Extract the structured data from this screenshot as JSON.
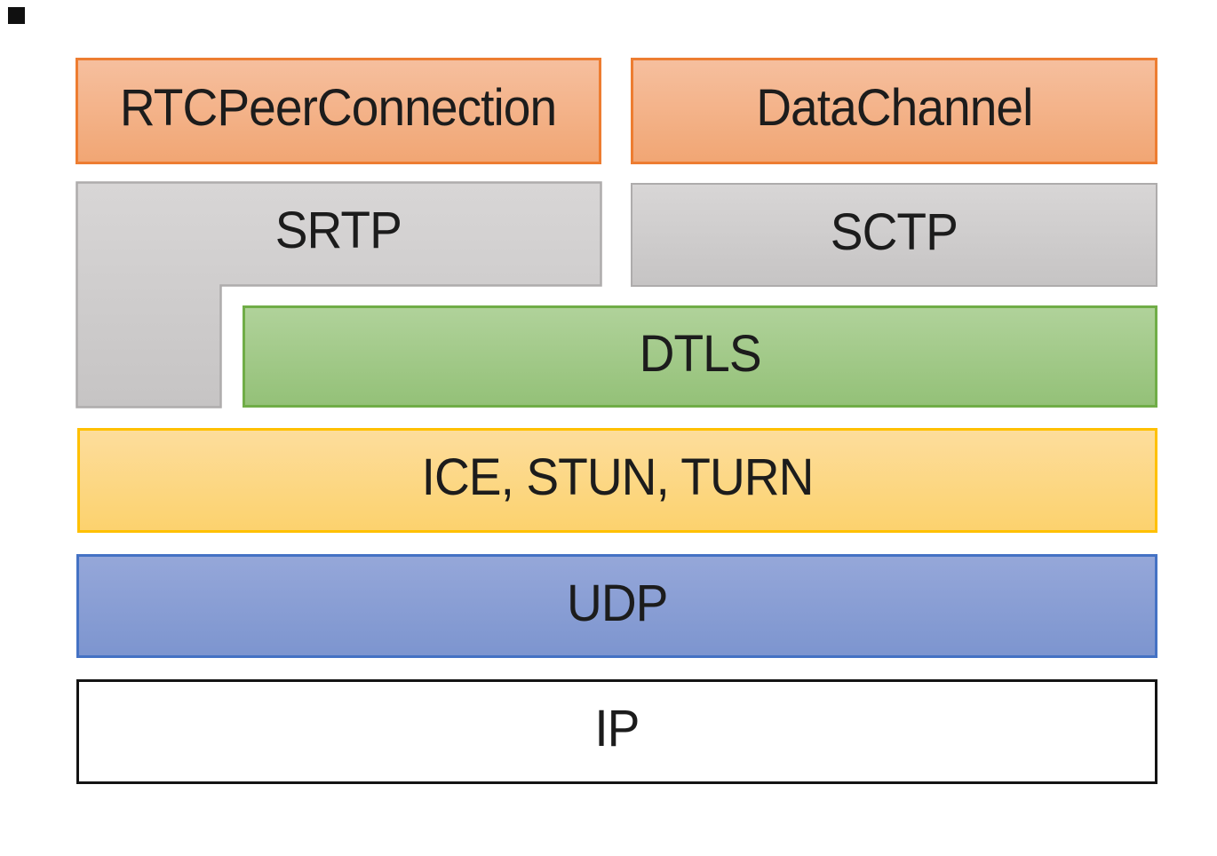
{
  "diagram": {
    "background": "#FFFFFF",
    "text_color": "#1C1C1C",
    "corner_mark_color": "#101010",
    "layers": {
      "rtcpeerconnection": {
        "label": "RTCPeerConnection",
        "fill_top": "#F6BF9E",
        "fill_bottom": "#F1A674",
        "border": "#ED7D31"
      },
      "datachannel": {
        "label": "DataChannel",
        "fill_top": "#F6BF9E",
        "fill_bottom": "#F1A674",
        "border": "#ED7D31"
      },
      "srtp": {
        "label": "SRTP",
        "fill_top": "#D8D6D6",
        "fill_bottom": "#C6C4C4",
        "border": "#AEACAC"
      },
      "sctp": {
        "label": "SCTP",
        "fill_top": "#D8D6D6",
        "fill_bottom": "#C6C4C4",
        "border": "#AEACAC"
      },
      "dtls": {
        "label": "DTLS",
        "fill_top": "#B0D29A",
        "fill_bottom": "#94C178",
        "border": "#70AD47"
      },
      "ice_stun_turn": {
        "label": "ICE, STUN, TURN",
        "fill_top": "#FDDD9C",
        "fill_bottom": "#FCD26E",
        "border": "#FFC000"
      },
      "udp": {
        "label": "UDP",
        "fill_top": "#95A7D9",
        "fill_bottom": "#7D95CF",
        "border": "#4472C4"
      },
      "ip": {
        "label": "IP",
        "fill_top": "#FFFFFF",
        "fill_bottom": "#FFFFFF",
        "border": "#141414"
      }
    }
  }
}
